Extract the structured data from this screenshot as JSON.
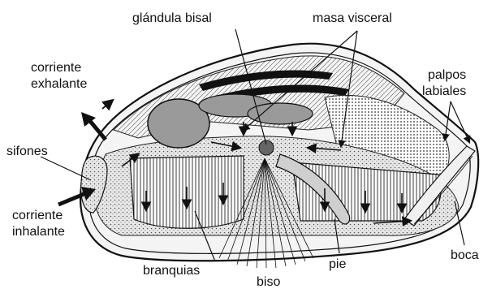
{
  "labels": {
    "glandula_bisal": "glándula bisal",
    "masa_visceral": "masa visceral",
    "corriente_exhalante_1": "corriente",
    "corriente_exhalante_2": "exhalante",
    "palpos_1": "palpos",
    "palpos_2": "labiales",
    "sifones": "sifones",
    "corriente_inhalante_1": "corriente",
    "corriente_inhalante_2": "inhalante",
    "branquias": "branquias",
    "biso": "biso",
    "pie": "pie",
    "boca": "boca"
  },
  "colors": {
    "ink": "#111111",
    "organ_fill": "#9a9a9a",
    "stipple_bg": "#dcdcdc",
    "shell_fill": "#f4f4f4"
  }
}
